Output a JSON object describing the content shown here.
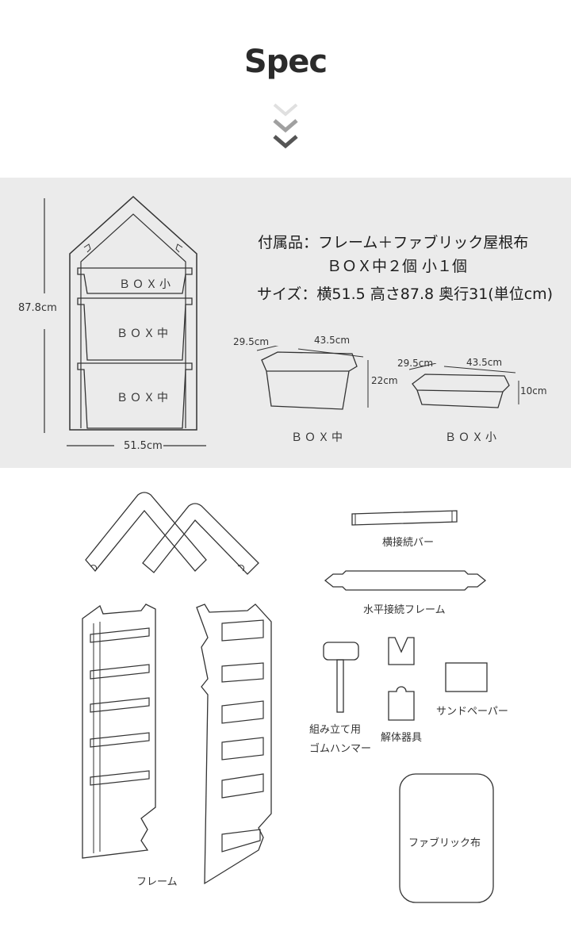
{
  "header": {
    "title": "Spec"
  },
  "spec": {
    "accessories_line1": "付属品：フレーム＋ファブリック屋根布",
    "accessories_line2": "ＢＯＸ中２個 小１個",
    "size_line": "サイズ：横51.5 高さ87.8 奥行31(単位cm)"
  },
  "frame_diagram": {
    "height_label": "87.8cm",
    "width_label": "51.5cm",
    "box_small_label": "ＢＯＸ小",
    "box_medium_label_1": "ＢＯＸ中",
    "box_medium_label_2": "ＢＯＸ中"
  },
  "box_medium": {
    "depth": "29.5cm",
    "width": "43.5cm",
    "height": "22cm",
    "caption": "ＢＯＸ中"
  },
  "box_small": {
    "depth": "29.5cm",
    "width": "43.5cm",
    "height": "10cm",
    "caption": "ＢＯＸ小"
  },
  "parts": {
    "bar": "横接続バー",
    "horizontal_frame": "水平接続フレーム",
    "hammer_line1": "組み立て用",
    "hammer_line2": "ゴムハンマー",
    "disassembly_tool": "解体器具",
    "sandpaper": "サンドペーパー",
    "fabric": "ファブリック布",
    "frame": "フレーム"
  },
  "colors": {
    "panel_bg": "#ebebeb",
    "line": "#333333",
    "chevron_light": "#d6d6d6",
    "chevron_mid": "#9a9a9a",
    "chevron_dark": "#555555"
  }
}
